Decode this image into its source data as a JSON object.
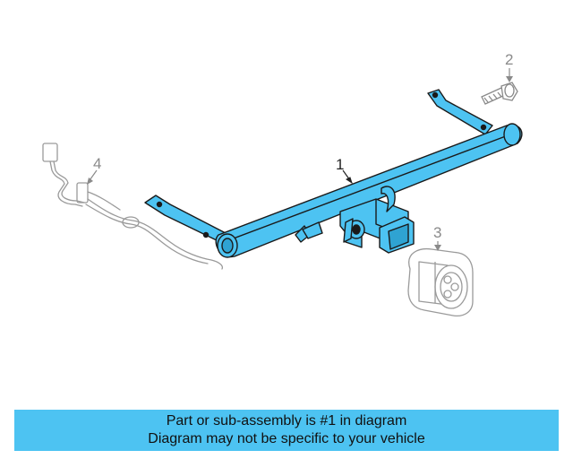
{
  "diagram": {
    "callouts": [
      {
        "id": "1",
        "label": "1"
      },
      {
        "id": "2",
        "label": "2"
      },
      {
        "id": "3",
        "label": "3"
      },
      {
        "id": "4",
        "label": "4"
      }
    ]
  },
  "caption": {
    "line1": "Part or sub-assembly is #1 in diagram",
    "line2": "Diagram may not be specific to your vehicle"
  },
  "colors": {
    "highlight": "#4dc3f2",
    "outline": "#1a1a1a",
    "ghost": "#9a9a9a"
  }
}
